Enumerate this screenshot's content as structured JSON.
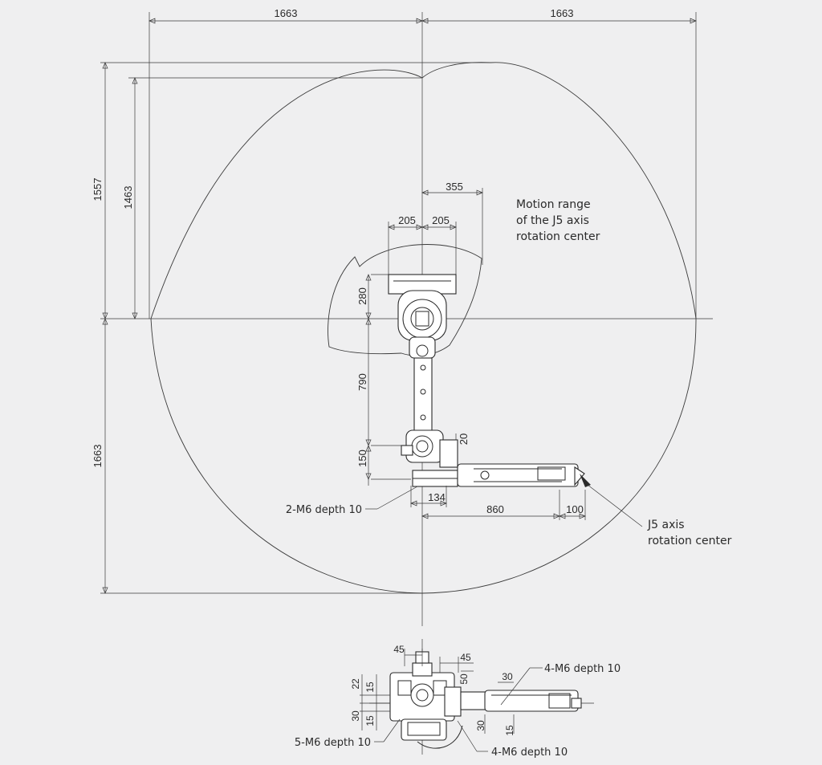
{
  "top_view": {
    "dims": {
      "left_reach": "1663",
      "right_reach": "1663",
      "height_max": "1557",
      "height_inner": "1463",
      "below_base": "1663",
      "offset_355": "355",
      "base_left": "205",
      "base_right": "205",
      "j2_height": "280",
      "arm_790": "790",
      "arm_150": "150",
      "arm_20": "20",
      "forearm_134": "134",
      "forearm_860": "860",
      "wrist_100": "100"
    },
    "notes": {
      "motion_range_line1": "Motion range",
      "motion_range_line2": "of the J5 axis",
      "motion_range_line3": "rotation center",
      "j5_line1": "J5 axis",
      "j5_line2": "rotation center"
    },
    "callouts": {
      "m6_2": "2-M6 depth 10"
    }
  },
  "bottom_view": {
    "dims": {
      "d45_left": "45",
      "d45_right": "45",
      "d50": "50",
      "d22": "22",
      "d15_upper": "15",
      "d30_left": "30",
      "d15_lower": "15",
      "d30_right_top": "30",
      "d30_right_bottom": "30",
      "d15_right": "15"
    },
    "callouts": {
      "m6_4_top": "4-M6 depth 10",
      "m6_5": "5-M6 depth 10",
      "m6_4_bottom": "4-M6 depth 10"
    }
  }
}
